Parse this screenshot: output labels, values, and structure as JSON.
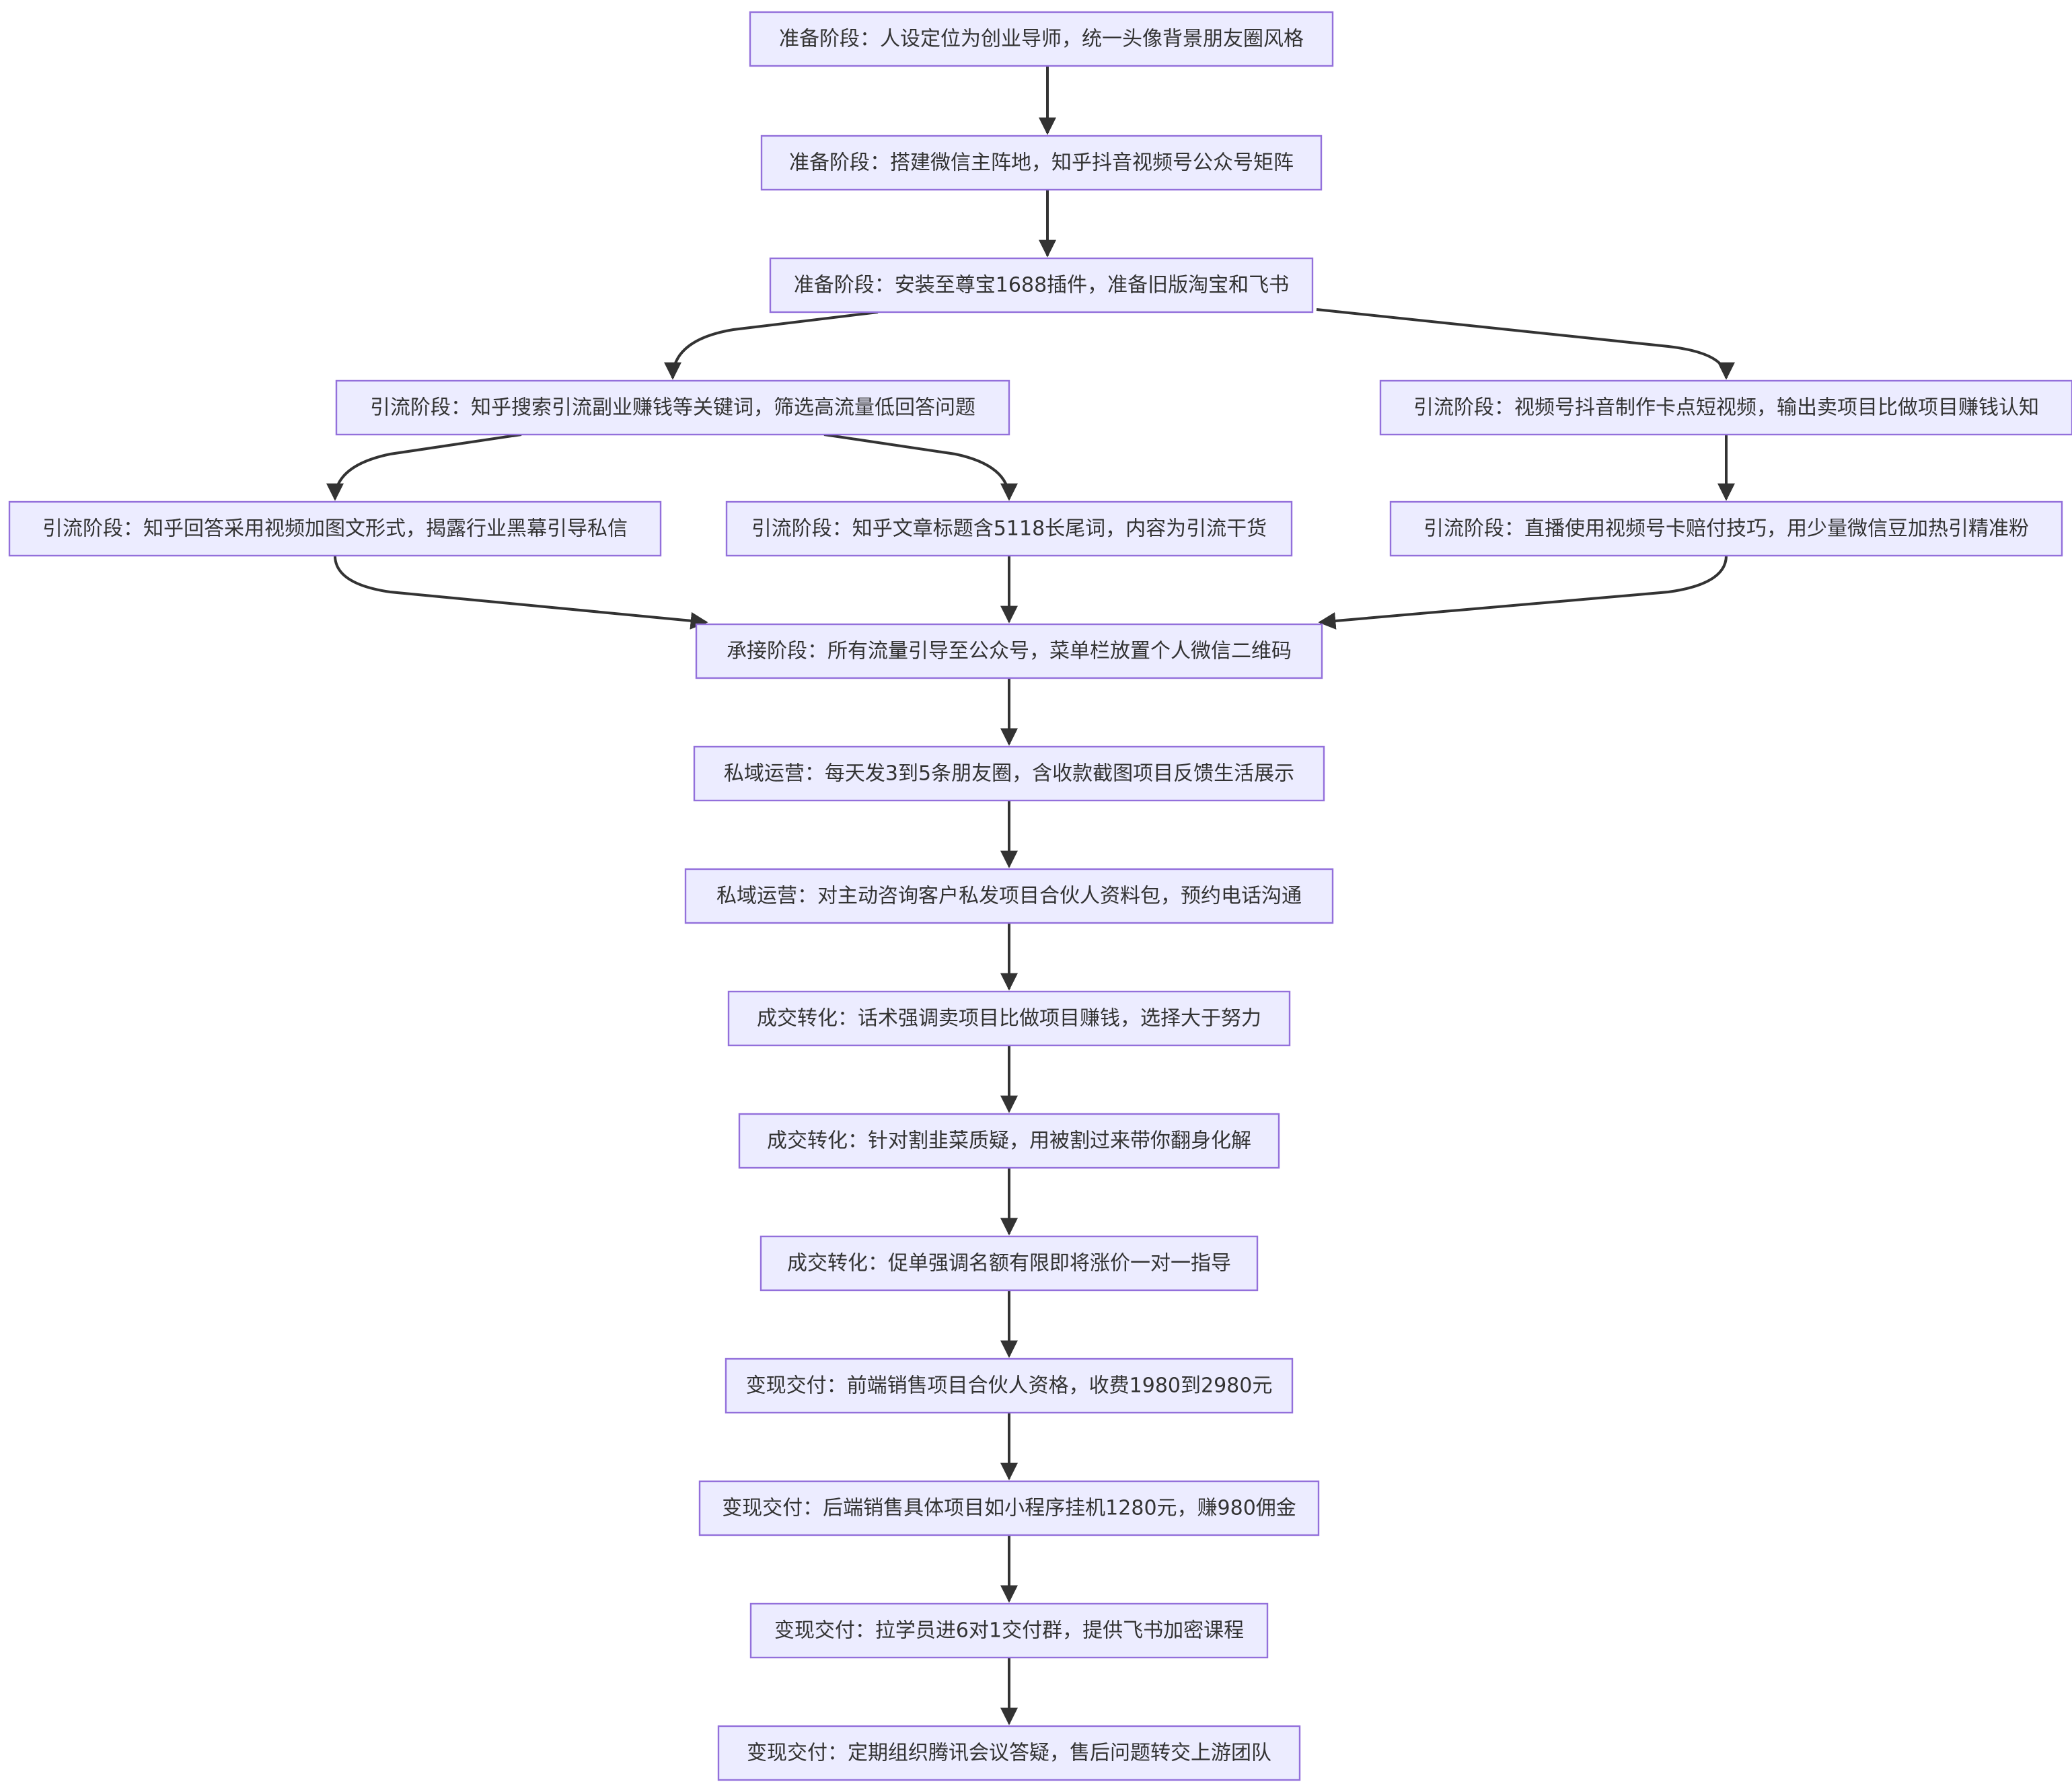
{
  "diagram": {
    "type": "flowchart",
    "colors": {
      "node_fill": "#ECECFF",
      "node_border": "#9370DB",
      "text": "#333333",
      "edge": "#333333"
    },
    "nodes": [
      {
        "id": "n1",
        "label": "准备阶段：人设定位为创业导师，统一头像背景朋友圈风格"
      },
      {
        "id": "n2",
        "label": "准备阶段：搭建微信主阵地，知乎抖音视频号公众号矩阵"
      },
      {
        "id": "n3",
        "label": "准备阶段：安装至尊宝1688插件，准备旧版淘宝和飞书"
      },
      {
        "id": "n4",
        "label": "引流阶段：知乎搜索引流副业赚钱等关键词，筛选高流量低回答问题"
      },
      {
        "id": "n5",
        "label": "引流阶段：视频号抖音制作卡点短视频，输出卖项目比做项目赚钱认知"
      },
      {
        "id": "n6",
        "label": "引流阶段：知乎回答采用视频加图文形式，揭露行业黑幕引导私信"
      },
      {
        "id": "n7",
        "label": "引流阶段：知乎文章标题含5118长尾词，内容为引流干货"
      },
      {
        "id": "n8",
        "label": "引流阶段：直播使用视频号卡赔付技巧，用少量微信豆加热引精准粉"
      },
      {
        "id": "n9",
        "label": "承接阶段：所有流量引导至公众号，菜单栏放置个人微信二维码"
      },
      {
        "id": "n10",
        "label": "私域运营：每天发3到5条朋友圈，含收款截图项目反馈生活展示"
      },
      {
        "id": "n11",
        "label": "私域运营：对主动咨询客户私发项目合伙人资料包，预约电话沟通"
      },
      {
        "id": "n12",
        "label": "成交转化：话术强调卖项目比做项目赚钱，选择大于努力"
      },
      {
        "id": "n13",
        "label": "成交转化：针对割韭菜质疑，用被割过来带你翻身化解"
      },
      {
        "id": "n14",
        "label": "成交转化：促单强调名额有限即将涨价一对一指导"
      },
      {
        "id": "n15",
        "label": "变现交付：前端销售项目合伙人资格，收费1980到2980元"
      },
      {
        "id": "n16",
        "label": "变现交付：后端销售具体项目如小程序挂机1280元，赚980佣金"
      },
      {
        "id": "n17",
        "label": "变现交付：拉学员进6对1交付群，提供飞书加密课程"
      },
      {
        "id": "n18",
        "label": "变现交付：定期组织腾讯会议答疑，售后问题转交上游团队"
      }
    ],
    "edges": [
      {
        "from": "n1",
        "to": "n2"
      },
      {
        "from": "n2",
        "to": "n3"
      },
      {
        "from": "n3",
        "to": "n4"
      },
      {
        "from": "n3",
        "to": "n5"
      },
      {
        "from": "n4",
        "to": "n6"
      },
      {
        "from": "n4",
        "to": "n7"
      },
      {
        "from": "n5",
        "to": "n8"
      },
      {
        "from": "n6",
        "to": "n9"
      },
      {
        "from": "n7",
        "to": "n9"
      },
      {
        "from": "n8",
        "to": "n9"
      },
      {
        "from": "n9",
        "to": "n10"
      },
      {
        "from": "n10",
        "to": "n11"
      },
      {
        "from": "n11",
        "to": "n12"
      },
      {
        "from": "n12",
        "to": "n13"
      },
      {
        "from": "n13",
        "to": "n14"
      },
      {
        "from": "n14",
        "to": "n15"
      },
      {
        "from": "n15",
        "to": "n16"
      },
      {
        "from": "n16",
        "to": "n17"
      },
      {
        "from": "n17",
        "to": "n18"
      }
    ]
  }
}
